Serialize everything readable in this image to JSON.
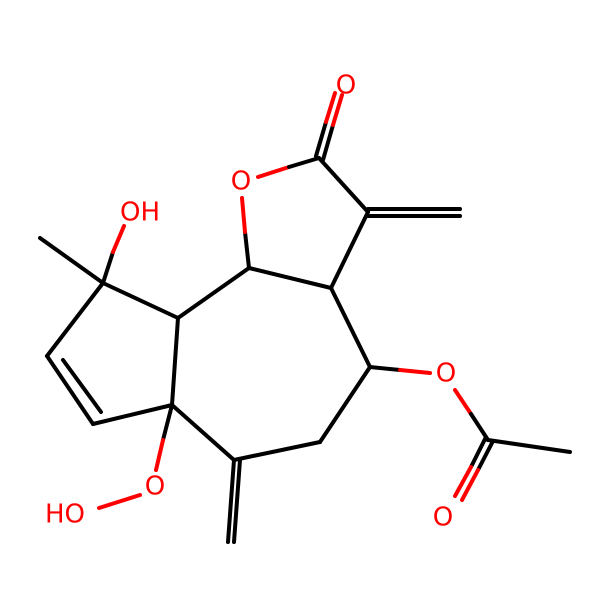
{
  "molecule": {
    "colors": {
      "carbon_bond": "#000000",
      "oxygen": "#ff0000",
      "background": "#ffffff"
    },
    "labels": {
      "carbonyl_o_top": "O",
      "ring_o": "O",
      "hydroxyl": "OH",
      "ester_o": "O",
      "acetyl_o": "O",
      "peroxide_o": "O",
      "hydroperoxy_ho": "HO"
    }
  }
}
